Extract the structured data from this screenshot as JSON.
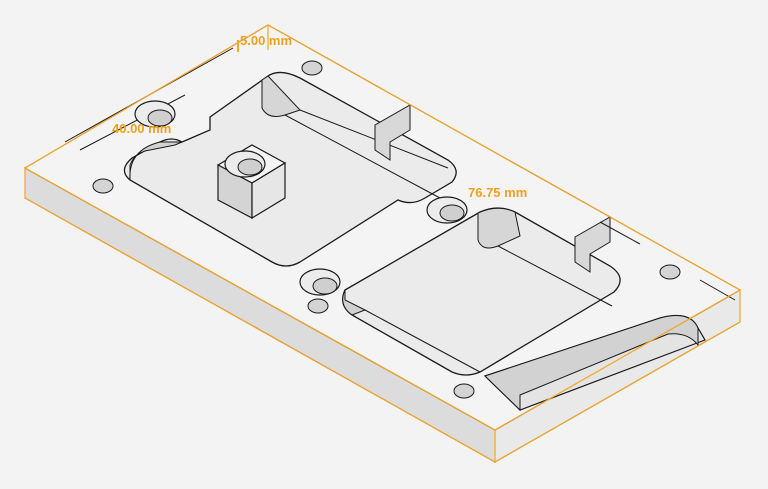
{
  "dimensions": {
    "thickness": "5.00 mm",
    "width": "40.00 mm",
    "length": "76.75 mm"
  },
  "colors": {
    "background": "#f3f3f3",
    "top_face": "#f4f4f4",
    "side_face_front": "#dcdcdc",
    "side_face_right": "#e9e9e9",
    "pocket_floor": "#ebebeb",
    "pocket_wall": "#d9d9d9",
    "outline": "#1a1a1a",
    "bounding_box": "#f5a623",
    "dimension_text": "#f0a020"
  }
}
